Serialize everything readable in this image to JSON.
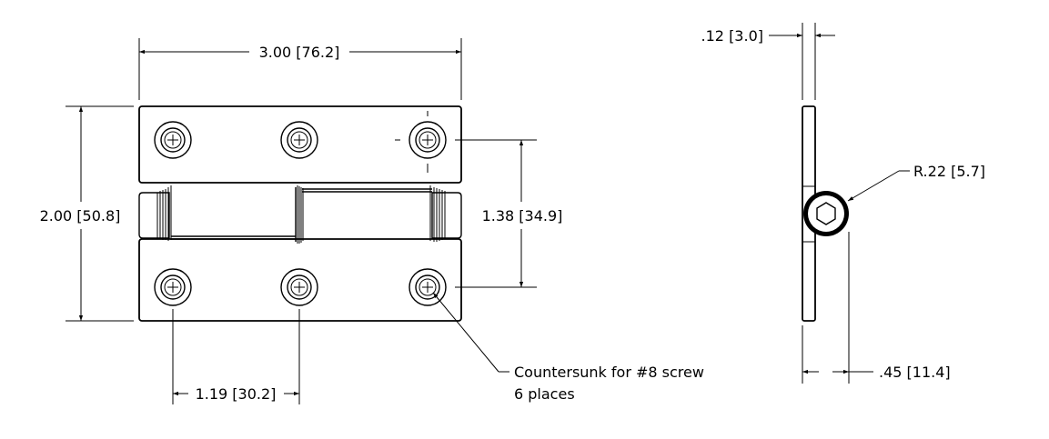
{
  "dimensions": {
    "overall_width": "3.00 [76.2]",
    "overall_height": "2.00 [50.8]",
    "hole_vertical_spacing": "1.38 [34.9]",
    "hole_horizontal_spacing": "1.19 [30.2]",
    "leaf_thickness": ".12 [3.0]",
    "knuckle_radius": "R.22 [5.7]",
    "side_width": ".45 [11.4]"
  },
  "notes": {
    "countersink_line1": "Countersunk for #8 screw",
    "countersink_line2": "6 places"
  }
}
